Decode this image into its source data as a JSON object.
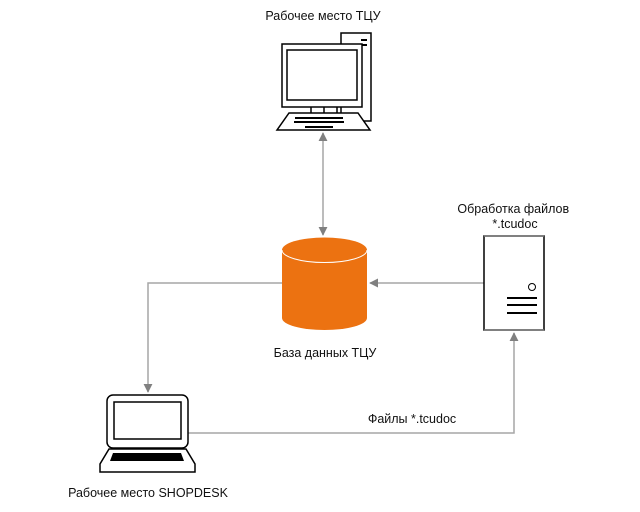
{
  "nodes": {
    "tcu_workstation": {
      "label": "Рабочее место ТЦУ",
      "icon": "desktop-computer-icon"
    },
    "database": {
      "label": "База данных ТЦУ",
      "icon": "database-cylinder-icon",
      "color": "#EC7211"
    },
    "file_processor": {
      "label_line1": "Обработка файлов",
      "label_line2": "*.tcudoc",
      "icon": "server-icon"
    },
    "shopdesk_workstation": {
      "label": "Рабочее место SHOPDESK",
      "icon": "laptop-icon"
    }
  },
  "edges": [
    {
      "from": "tcu_workstation",
      "to": "database",
      "direction": "both",
      "label": ""
    },
    {
      "from": "file_processor",
      "to": "database",
      "direction": "forward",
      "label": ""
    },
    {
      "from": "database",
      "to": "shopdesk_workstation",
      "direction": "forward",
      "label": ""
    },
    {
      "from": "shopdesk_workstation",
      "to": "file_processor",
      "direction": "forward",
      "label": "Файлы *.tcudoc"
    }
  ],
  "colors": {
    "connector": "#a6a6a6",
    "arrowhead": "#808080",
    "outline": "#000000",
    "database_fill": "#EC7211"
  }
}
